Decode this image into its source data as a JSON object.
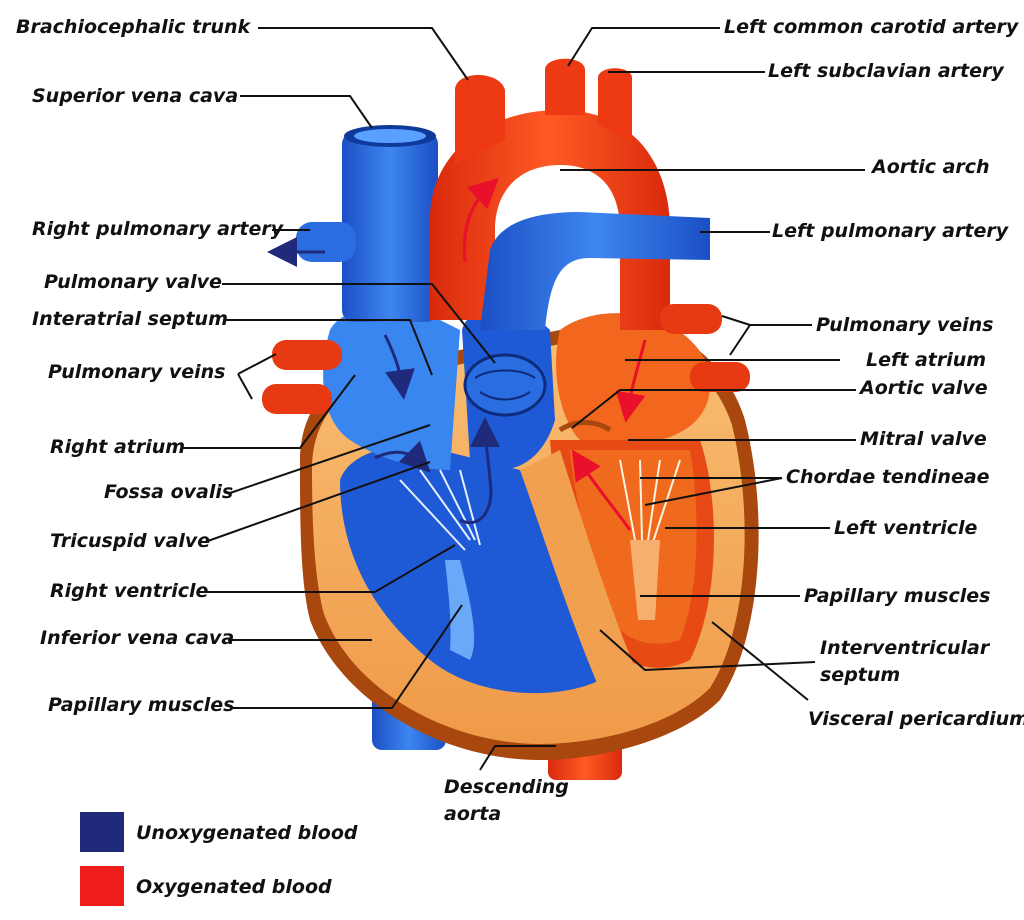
{
  "labels": {
    "brachiocephalic_trunk": "Brachiocephalic trunk",
    "superior_vena_cava": "Superior vena cava",
    "right_pulmonary_artery": "Right pulmonary artery",
    "pulmonary_valve": "Pulmonary valve",
    "interatrial_septum": "Interatrial septum",
    "pulmonary_veins_right": "Pulmonary veins",
    "right_atrium": "Right atrium",
    "fossa_ovalis": "Fossa ovalis",
    "tricuspid_valve": "Tricuspid valve",
    "right_ventricle": "Right ventricle",
    "inferior_vena_cava": "Inferior vena cava",
    "papillary_muscles_right": "Papillary muscles",
    "left_common_carotid_artery": "Left common carotid artery",
    "left_subclavian_artery": "Left subclavian artery",
    "aortic_arch": "Aortic arch",
    "left_pulmonary_artery": "Left pulmonary artery",
    "pulmonary_veins_left": "Pulmonary veins",
    "left_atrium": "Left atrium",
    "aortic_valve": "Aortic valve",
    "mitral_valve": "Mitral valve",
    "chordae_tendineae": "Chordae tendineae",
    "left_ventricle": "Left ventricle",
    "papillary_muscles_left": "Papillary muscles",
    "interventricular_septum_line1": "Interventricular",
    "interventricular_septum_line2": "septum",
    "visceral_pericardium": "Visceral pericardium",
    "descending_aorta_line1": "Descending",
    "descending_aorta_line2": "aorta"
  },
  "legend": {
    "unoxygenated": {
      "label": "Unoxygenated blood",
      "color": "#1f2a7a"
    },
    "oxygenated": {
      "label": "Oxygenated blood",
      "color": "#ee1c1c"
    }
  },
  "colors": {
    "deoxygenated_vessel": "#2a6de0",
    "oxygenated_vessel": "#ee3a12",
    "myocardium": "#f5a85a",
    "line": "#111111"
  }
}
